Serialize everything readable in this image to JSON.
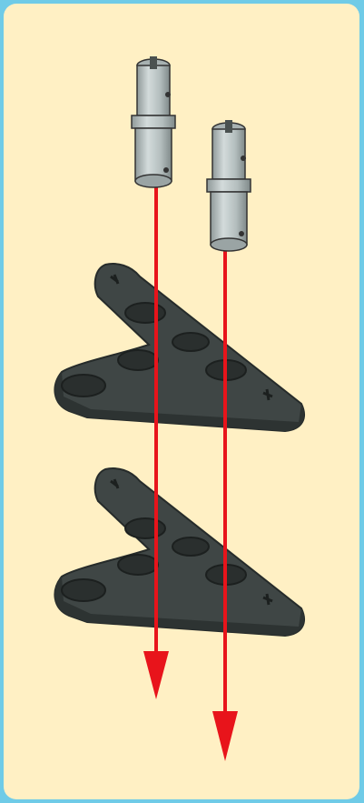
{
  "colors": {
    "frame": "#6fcbe7",
    "background": "#fff0c4",
    "part_dark": "#4a5150",
    "part_mid": "#5f6766",
    "pin": "#b9c3c3",
    "arrow": "#e8141b"
  },
  "icons": [
    "connector-pin",
    "triangle-beam",
    "down-arrow"
  ]
}
